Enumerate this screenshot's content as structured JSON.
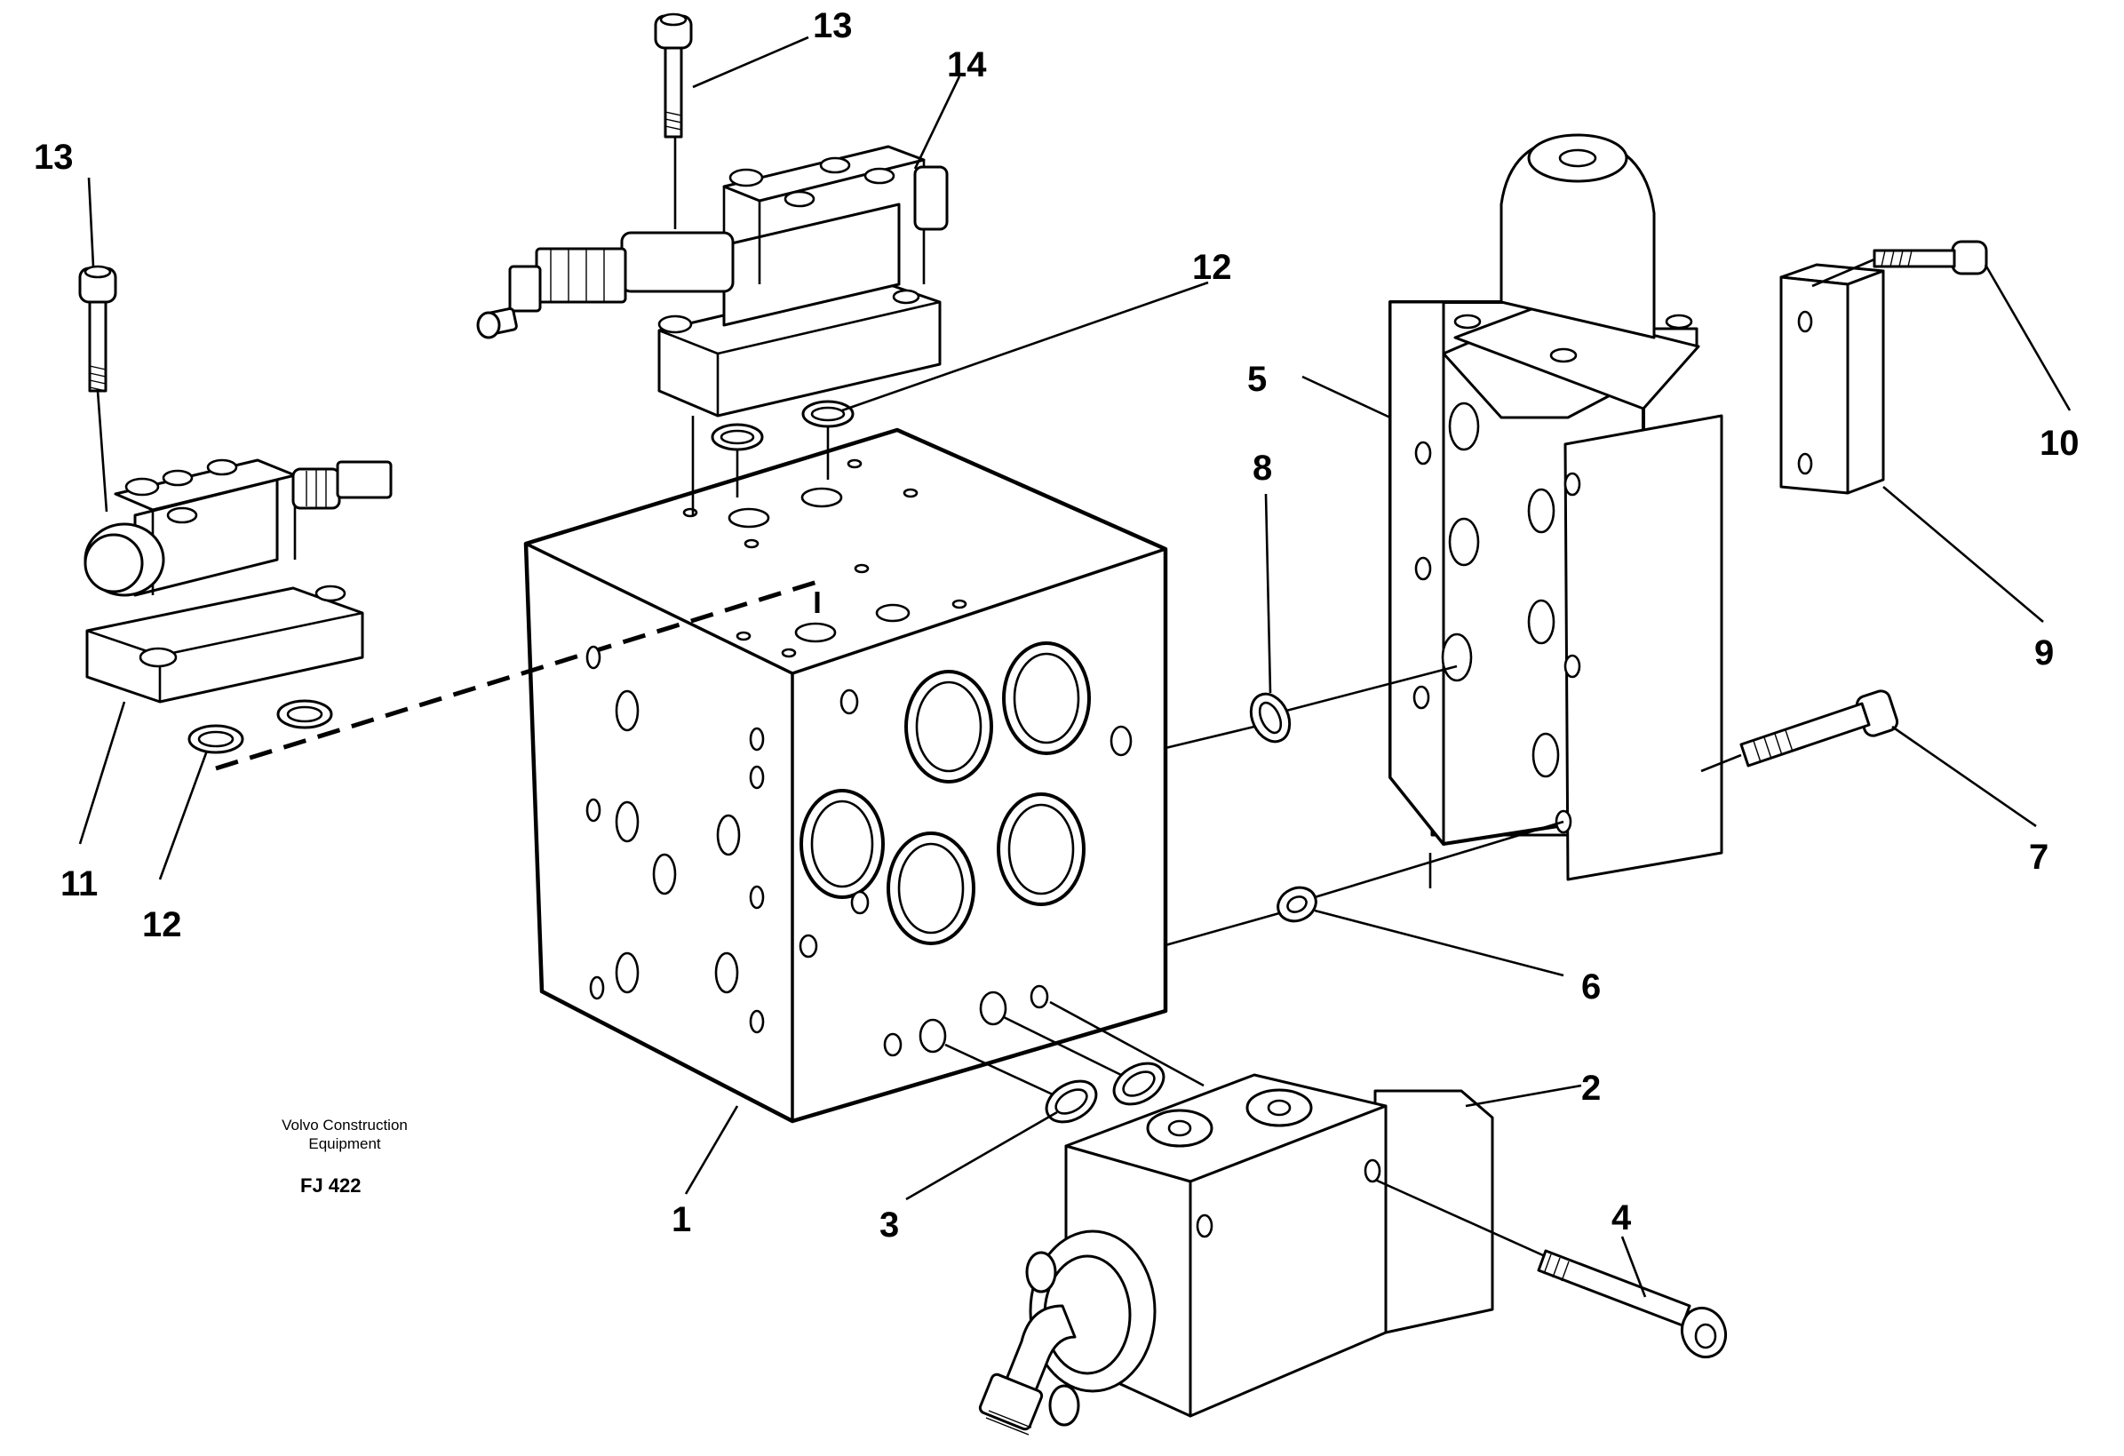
{
  "diagram": {
    "callouts": [
      {
        "id": "13a",
        "text": "13"
      },
      {
        "id": "14",
        "text": "14"
      },
      {
        "id": "13b",
        "text": "13"
      },
      {
        "id": "12a",
        "text": "12"
      },
      {
        "id": "5",
        "text": "5"
      },
      {
        "id": "10",
        "text": "10"
      },
      {
        "id": "8",
        "text": "8"
      },
      {
        "id": "9",
        "text": "9"
      },
      {
        "id": "7",
        "text": "7"
      },
      {
        "id": "11",
        "text": "11"
      },
      {
        "id": "12b",
        "text": "12"
      },
      {
        "id": "6",
        "text": "6"
      },
      {
        "id": "2",
        "text": "2"
      },
      {
        "id": "1",
        "text": "1"
      },
      {
        "id": "3",
        "text": "3"
      },
      {
        "id": "4",
        "text": "4"
      }
    ],
    "brand_line1": "Volvo Construction",
    "brand_line2": "Equipment",
    "figure_code": "FJ 422"
  }
}
